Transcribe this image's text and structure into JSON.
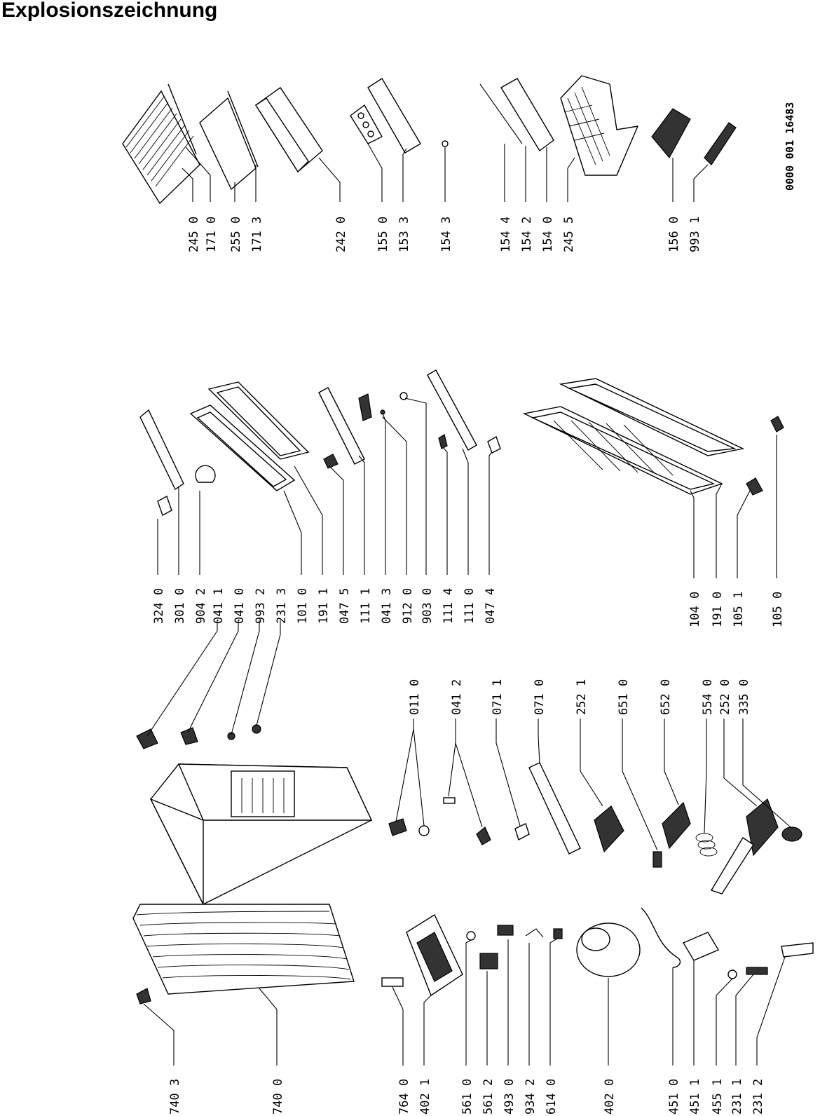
{
  "title": "Explosionszeichnung",
  "doc_id": "0000 001 16483",
  "parts": [
    "245 0",
    "171 0",
    "255 0",
    "171 3",
    "242 0",
    "155 0",
    "153 3",
    "154 3",
    "154 4",
    "154 2",
    "154 0",
    "245 5",
    "156 0",
    "993 1",
    "324 0",
    "301 0",
    "904 2",
    "041 1",
    "041 0",
    "993 2",
    "231 3",
    "101 0",
    "191 1",
    "047 5",
    "111 1",
    "041 3",
    "912 0",
    "903 0",
    "111 4",
    "111 0",
    "047 4",
    "104 0",
    "191 0",
    "105 1",
    "105 0",
    "011 0",
    "041 2",
    "071 1",
    "071 0",
    "252 1",
    "651 0",
    "652 0",
    "554 0",
    "252 0",
    "335 0",
    "740 3",
    "740 0",
    "764 0",
    "402 1",
    "561 0",
    "561 2",
    "493 0",
    "934 2",
    "614 0",
    "402 0",
    "451 0",
    "451 1",
    "455 1",
    "231 1",
    "231 2"
  ]
}
